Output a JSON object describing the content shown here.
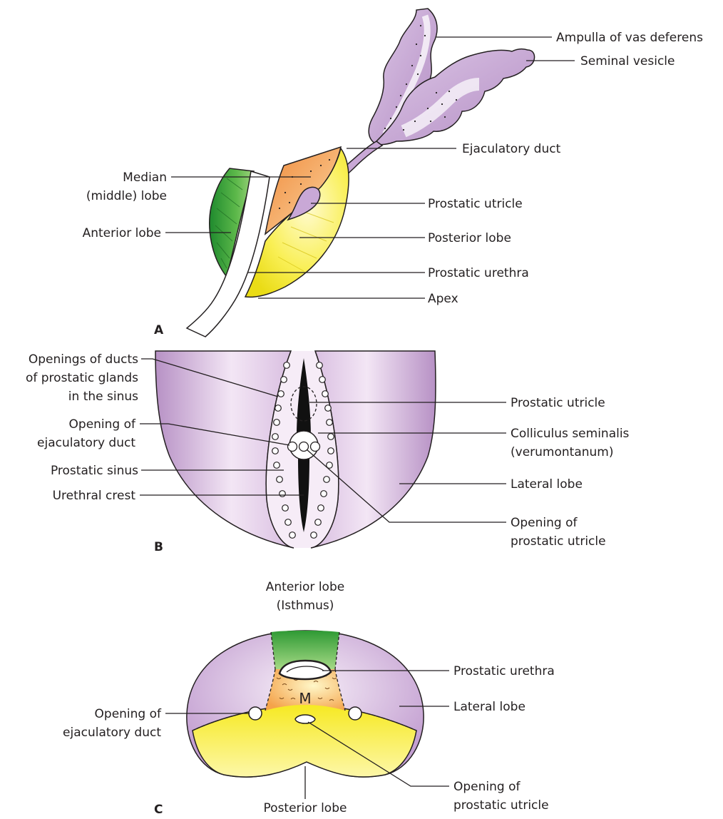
{
  "panels": {
    "a": {
      "letter": "A",
      "labels": {
        "ampulla": "Ampulla of vas deferens",
        "seminal_vesicle": "Seminal vesicle",
        "ejaculatory_duct": "Ejaculatory duct",
        "median_lobe_1": "Median",
        "median_lobe_2": "(middle) lobe",
        "prostatic_utricle": "Prostatic utricle",
        "anterior_lobe": "Anterior lobe",
        "posterior_lobe": "Posterior lobe",
        "prostatic_urethra": "Prostatic urethra",
        "apex": "Apex"
      }
    },
    "b": {
      "letter": "B",
      "labels": {
        "openings_ducts_1": "Openings of ducts",
        "openings_ducts_2": "of prostatic glands",
        "openings_ducts_3": "in the sinus",
        "opening_ejac_1": "Opening of",
        "opening_ejac_2": "ejaculatory duct",
        "prostatic_sinus": "Prostatic sinus",
        "urethral_crest": "Urethral crest",
        "prostatic_utricle": "Prostatic utricle",
        "colliculus_1": "Colliculus seminalis",
        "colliculus_2": "(verumontanum)",
        "lateral_lobe": "Lateral lobe",
        "opening_utricle_1": "Opening of",
        "opening_utricle_2": "prostatic utricle"
      }
    },
    "c": {
      "letter": "C",
      "labels": {
        "anterior_lobe_1": "Anterior lobe",
        "anterior_lobe_2": "(Isthmus)",
        "prostatic_urethra": "Prostatic urethra",
        "lateral_lobe": "Lateral lobe",
        "median_mark": "M",
        "opening_ejac_1": "Opening of",
        "opening_ejac_2": "ejaculatory duct",
        "opening_utricle_1": "Opening of",
        "opening_utricle_2": "prostatic utricle",
        "posterior_lobe": "Posterior lobe"
      }
    }
  },
  "colors": {
    "anterior_lobe": "#3fa13a",
    "median_lobe": "#f2a65a",
    "posterior_lobe": "#f7ec2a",
    "lateral_lobe": "#c9a6d4",
    "seminal": "#c9a8d6"
  }
}
